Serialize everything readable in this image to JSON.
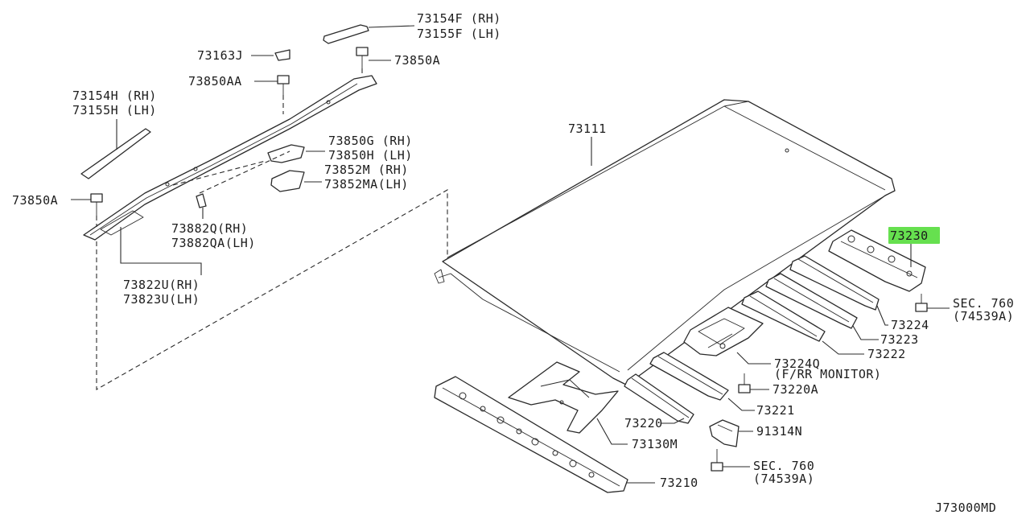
{
  "diagram": {
    "drawing_code": "J73000MD",
    "highlighted_part": "73230",
    "highlight_color": "#66e04f",
    "labels": {
      "p73154F": "73154F (RH)",
      "p73155F": "73155F (LH)",
      "p73163J": "73163J",
      "p73850A_top": "73850A",
      "p73850AA": "73850AA",
      "p73154H": "73154H (RH)",
      "p73155H": "73155H (LH)",
      "p73850G": "73850G (RH)",
      "p73850H": "73850H (LH)",
      "p73852M": "73852M  (RH)",
      "p73852MA": "73852MA(LH)",
      "p73850A_left": "73850A",
      "p73882Q": "73882Q(RH)",
      "p73882QA": "73882QA(LH)",
      "p73822U": "73822U(RH)",
      "p73823U": "73823U(LH)",
      "p73111": "73111",
      "p73230": "73230",
      "sec760_top": "SEC. 760",
      "p74539A_top": "(74539A)",
      "p73224": "73224",
      "p73223": "73223",
      "p73222": "73222",
      "p73224Q": "73224Q",
      "p73224Q_note": "(F/RR MONITOR)",
      "p73220A": "73220A",
      "p73221": "73221",
      "p73220": "73220",
      "p91314N": "91314N",
      "p73130M": "73130M",
      "sec760_bottom": "SEC. 760",
      "p74539A_bottom": "(74539A)",
      "p73210": "73210"
    }
  }
}
